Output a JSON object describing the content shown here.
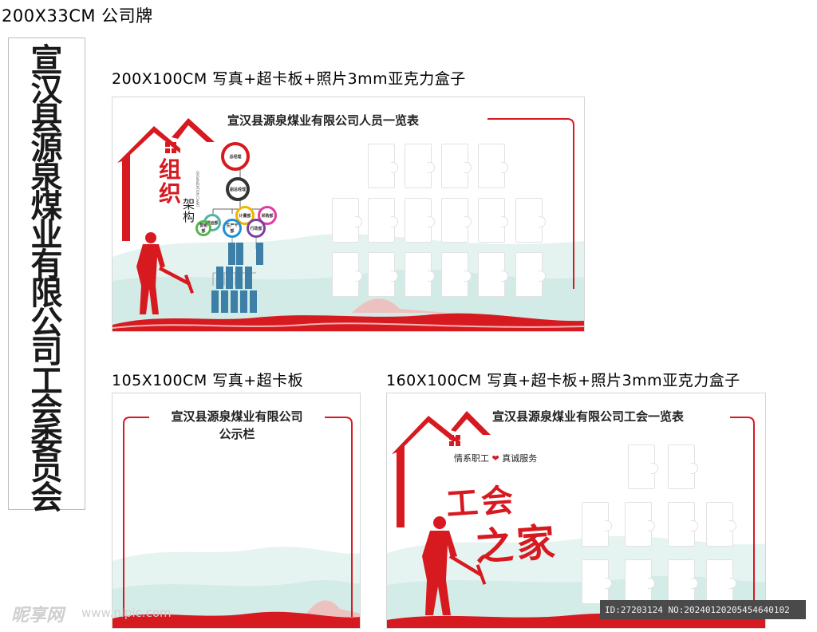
{
  "header": {
    "spec": "200X33CM 公司牌"
  },
  "sign": {
    "vertical_text": "宣汉县源泉煤业有限公司工会委员会"
  },
  "panel_large": {
    "spec": "200X100CM   写真+超卡板+照片3mm亚克力盒子",
    "title": "宣汉县源泉煤业有限公司人员一览表",
    "org_label_main": "组织",
    "org_label_sub": "架构",
    "org_label_en": "ORGANIZATION CHART",
    "nodes": {
      "gm": "总经理",
      "deputy": "副总经理",
      "d1": "调运部",
      "d2": "计量部",
      "d3": "采购部",
      "d4": "营销部",
      "d5": "生产干部",
      "d6": "行政部"
    }
  },
  "panel_notice": {
    "spec": "105X100CM   写真+超卡板",
    "title_line1": "宣汉县源泉煤业有限公司",
    "title_line2": "公示栏"
  },
  "panel_union": {
    "spec": "160X100CM   写真+超卡板+照片3mm亚克力盒子",
    "title": "宣汉县源泉煤业有限公司工会一览表",
    "slogan_left": "情系职工",
    "slogan_right": "真诚服务",
    "calligraphy_1": "工会",
    "calligraphy_2": "之家"
  },
  "watermark": {
    "logo": "昵享网",
    "url": "www.nipic.com"
  },
  "image_id": "ID:27203124 NO:20240120205454640102",
  "colors": {
    "accent_red": "#d71920",
    "mint": "#cdeae4",
    "pink": "#f2b6b6"
  }
}
